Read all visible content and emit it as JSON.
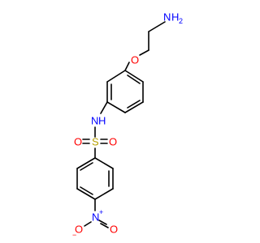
{
  "molecule": {
    "atoms": {
      "amine_n": {
        "symbol": "N",
        "suffix": "H",
        "subscript": "2",
        "color": "#0000ff"
      },
      "ether_o": {
        "symbol": "O",
        "color": "#ff0000"
      },
      "amide_n": {
        "symbol": "N",
        "suffix": "H",
        "color": "#0000ff"
      },
      "sulfur": {
        "symbol": "S",
        "color": "#b8a000"
      },
      "sulfonyl_o_left": {
        "symbol": "O",
        "color": "#ff0000"
      },
      "sulfonyl_o_right": {
        "symbol": "O",
        "color": "#ff0000"
      },
      "nitro_n": {
        "symbol": "N",
        "charge": "+",
        "color": "#0000ff"
      },
      "nitro_o_left": {
        "symbol": "O",
        "charge": "−",
        "color": "#ff0000"
      },
      "nitro_o_right": {
        "symbol": "O",
        "color": "#ff0000"
      }
    }
  }
}
